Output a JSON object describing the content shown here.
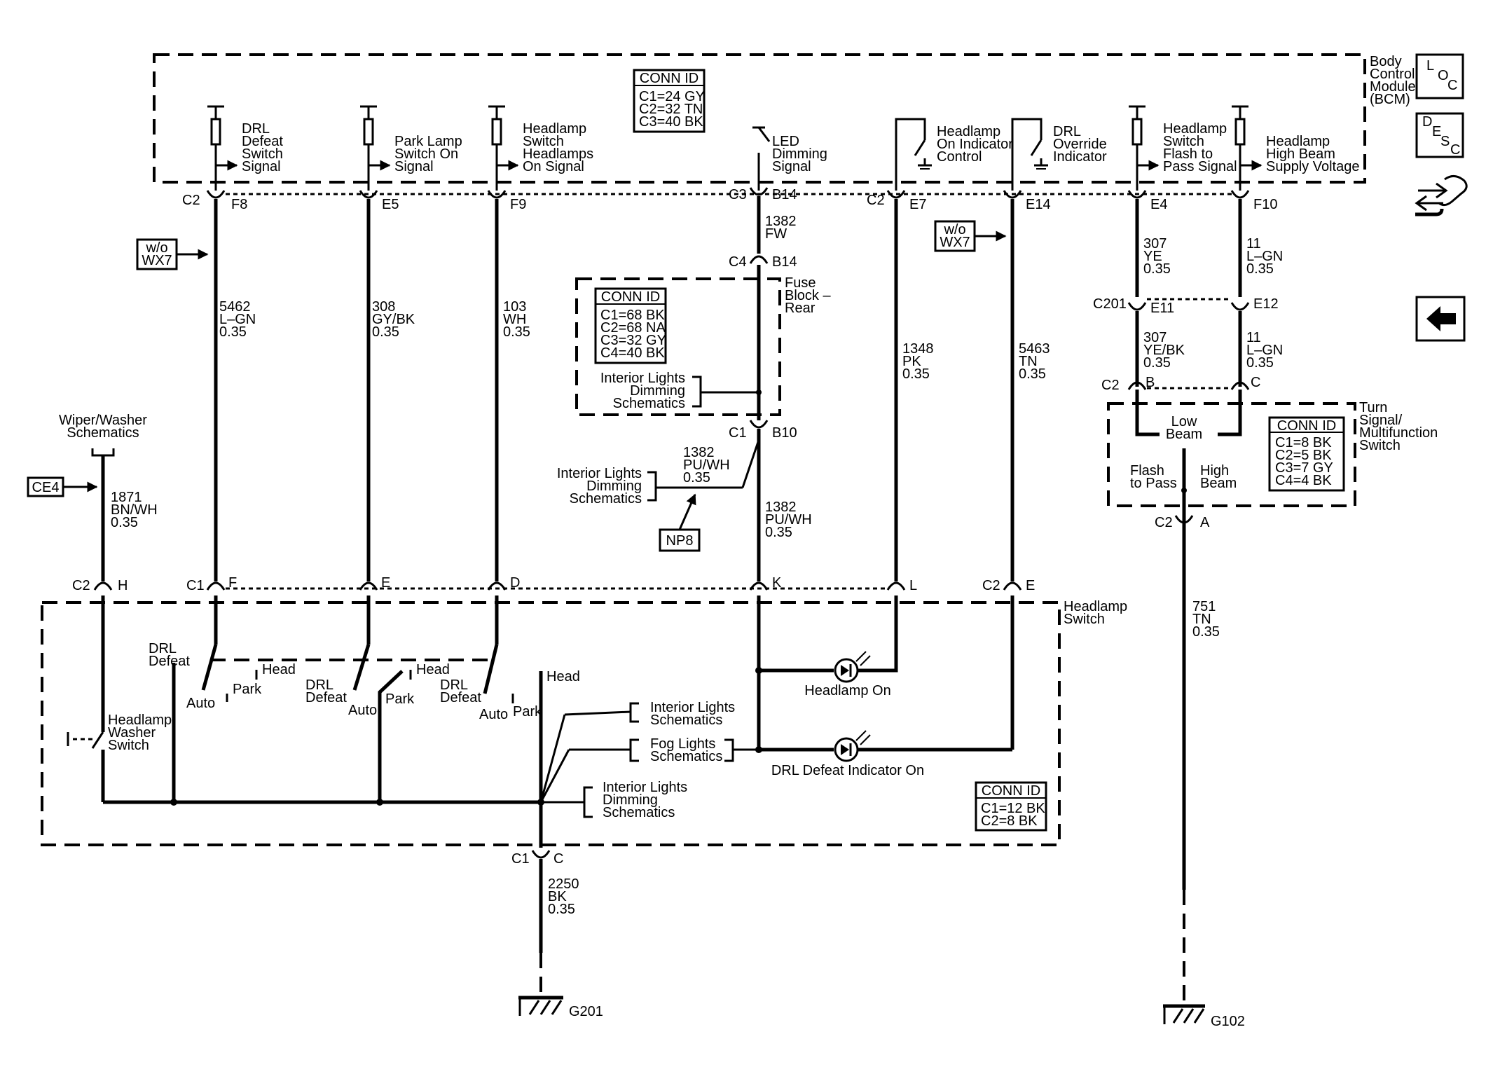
{
  "modules": {
    "bcm": [
      "Body",
      "Control",
      "Module",
      "(BCM)"
    ],
    "headlamp_switch": [
      "Headlamp",
      "Switch"
    ],
    "fuse_block": [
      "Fuse",
      "Block –",
      "Rear"
    ],
    "turn_signal": [
      "Turn",
      "Signal/",
      "Multifunction",
      "Switch"
    ]
  },
  "conn_ids": {
    "bcm": {
      "title": "CONN ID",
      "rows": [
        "C1=24 GY",
        "C2=32 TN",
        "C3=40 BK"
      ]
    },
    "fuse": {
      "title": "CONN ID",
      "rows": [
        "C1=68 BK",
        "C2=68 NA",
        "C3=32 GY",
        "C4=40 BK"
      ]
    },
    "turn": {
      "title": "CONN ID",
      "rows": [
        "C1=8 BK",
        "C2=5 BK",
        "C3=7 GY",
        "C4=4 BK"
      ]
    },
    "hs": {
      "title": "CONN ID",
      "rows": [
        "C1=12 BK",
        "C2=8 BK"
      ]
    }
  },
  "signals": {
    "drl_defeat": [
      "DRL",
      "Defeat",
      "Switch",
      "Signal"
    ],
    "park_lamp": [
      "Park Lamp",
      "Switch On",
      "Signal"
    ],
    "hl_on": [
      "Headlamp",
      "Switch",
      "Headlamps",
      "On Signal"
    ],
    "led_dim": [
      "LED",
      "Dimming",
      "Signal"
    ],
    "hl_ind": [
      "Headlamp",
      "On Indicator",
      "Control"
    ],
    "drl_ovr": [
      "DRL",
      "Override",
      "Indicator"
    ],
    "ftp": [
      "Headlamp",
      "Switch",
      "Flash to",
      "Pass Signal"
    ],
    "hb": [
      "Headlamp",
      "High Beam",
      "Supply Voltage"
    ]
  },
  "connectors": {
    "c2": "C2",
    "c3": "C3",
    "c4": "C4",
    "c1": "C1",
    "c201": "C201",
    "f8": "F8",
    "e5": "E5",
    "f9": "F9",
    "b14": "B14",
    "e7": "E7",
    "e14": "E14",
    "e4": "E4",
    "f10": "F10",
    "e11": "E11",
    "e12": "E12",
    "b": "B",
    "c": "C",
    "b10": "B10",
    "a": "A",
    "h": "H",
    "f": "F",
    "e": "E",
    "d": "D",
    "k": "K",
    "l": "L",
    "cc": "C"
  },
  "wires": {
    "w5462": [
      "5462",
      "L–GN",
      "0.35"
    ],
    "w308": [
      "308",
      "GY/BK",
      "0.35"
    ],
    "w103": [
      "103",
      "WH",
      "0.35"
    ],
    "w1382a": [
      "1382",
      "FW"
    ],
    "w1382b": [
      "1382",
      "PU/WH",
      "0.35"
    ],
    "w1382c": [
      "1382",
      "PU/WH",
      "0.35"
    ],
    "w1348": [
      "1348",
      "PK",
      "0.35"
    ],
    "w5463": [
      "5463",
      "TN",
      "0.35"
    ],
    "w307a": [
      "307",
      "YE",
      "0.35"
    ],
    "w11a": [
      "11",
      "L–GN",
      "0.35"
    ],
    "w307b": [
      "307",
      "YE/BK",
      "0.35"
    ],
    "w11b": [
      "11",
      "L–GN",
      "0.35"
    ],
    "w1871": [
      "1871",
      "BN/WH",
      "0.35"
    ],
    "w751": [
      "751",
      "TN",
      "0.35"
    ],
    "w2250": [
      "2250",
      "BK",
      "0.35"
    ]
  },
  "refs": {
    "wowx7": [
      "w/o",
      "WX7"
    ],
    "ce4": "CE4",
    "np8": "NP8",
    "wiper": [
      "Wiper/Washer",
      "Schematics"
    ],
    "int_dim": [
      "Interior Lights",
      "Dimming",
      "Schematics"
    ],
    "int_lights": [
      "Interior Lights",
      "Schematics"
    ],
    "fog": [
      "Fog Lights",
      "Schematics"
    ]
  },
  "switch_labels": {
    "drl_defeat": [
      "DRL",
      "Defeat"
    ],
    "auto": "Auto",
    "park": "Park",
    "head": "Head",
    "drl_defeat2": [
      "DRL",
      "Defeat"
    ],
    "washer": [
      "Headlamp",
      "Washer",
      "Switch"
    ],
    "low_beam": [
      "Low",
      "Beam"
    ],
    "flash": [
      "Flash",
      "to Pass"
    ],
    "high": [
      "High",
      "Beam"
    ],
    "hl_on_ind": "Headlamp On",
    "drl_ind": "DRL Defeat Indicator On"
  },
  "grounds": {
    "g201": "G201",
    "g102": "G102"
  },
  "side_icons": {
    "loc": [
      "L",
      "O",
      "C"
    ],
    "desc": [
      "D",
      "E",
      "S",
      "C"
    ]
  }
}
